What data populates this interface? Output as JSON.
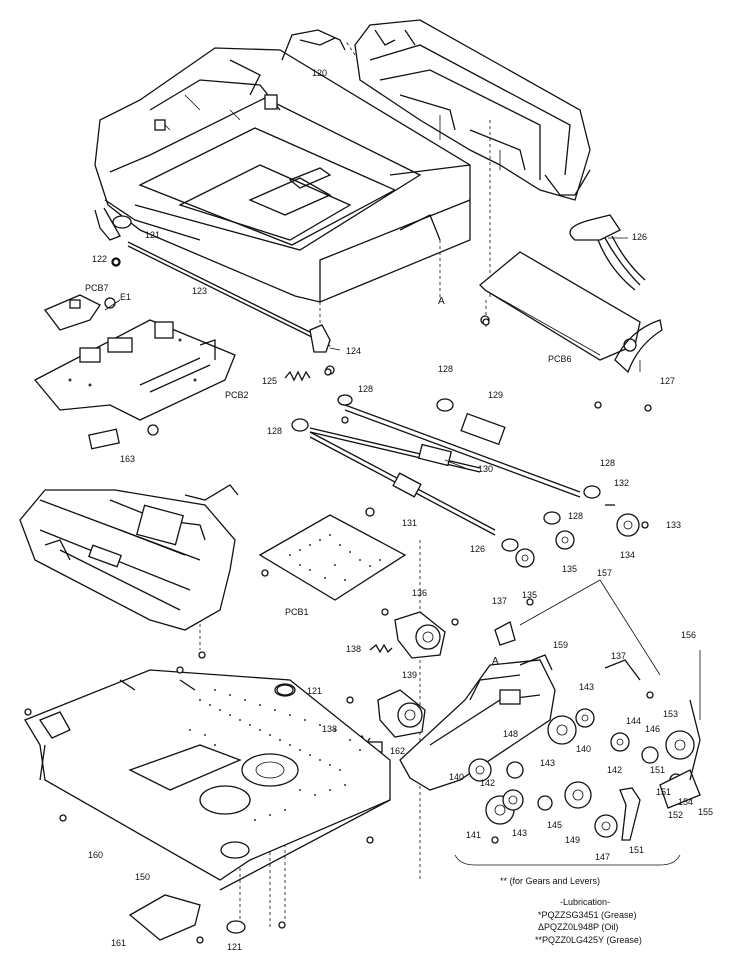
{
  "parts": {
    "p120": "120",
    "p121a": "121",
    "p121b": "121",
    "p121c": "121",
    "p122": "122",
    "p123": "123",
    "p124": "124",
    "p125": "125",
    "p126a": "126",
    "p126b": "126",
    "p127": "127",
    "p128a": "128",
    "p128b": "128",
    "p128c": "128",
    "p128d": "128",
    "p128e": "128",
    "p129": "129",
    "p130": "130",
    "p131": "131",
    "p132": "132",
    "p133": "133",
    "p134": "134",
    "p135a": "135",
    "p135b": "135",
    "p136": "136",
    "p137a": "137",
    "p137b": "137",
    "p138a": "138",
    "p138b": "138",
    "p139": "139",
    "p140a": "140",
    "p140b": "140",
    "p141": "141",
    "p142a": "142",
    "p142b": "142",
    "p143a": "143",
    "p143b": "143",
    "p143c": "143",
    "p144": "144",
    "p145": "145",
    "p146": "146",
    "p147": "147",
    "p148": "148",
    "p149": "149",
    "p151a": "151",
    "p151b": "151",
    "p151c": "151",
    "p152": "152",
    "p153": "153",
    "p154": "154",
    "p155": "155",
    "p156": "156",
    "p157": "157",
    "p159": "159",
    "p160": "160",
    "p161": "161",
    "p162": "162",
    "p163": "163",
    "p150": "150",
    "pcb7": "PCB7",
    "e1": "E1",
    "pcb2": "PCB2",
    "pcb6": "PCB6",
    "pcb1": "PCB1",
    "refA1": "A",
    "refA2": "A"
  },
  "note": "** (for Gears and Levers)",
  "lubrication": {
    "title": "-Lubrication-",
    "items": [
      "*PQZZSG3451 (Grease)",
      "ΔPQZZ0L948P (Oil)",
      "**PQZZ0LG425Y (Grease)"
    ]
  }
}
